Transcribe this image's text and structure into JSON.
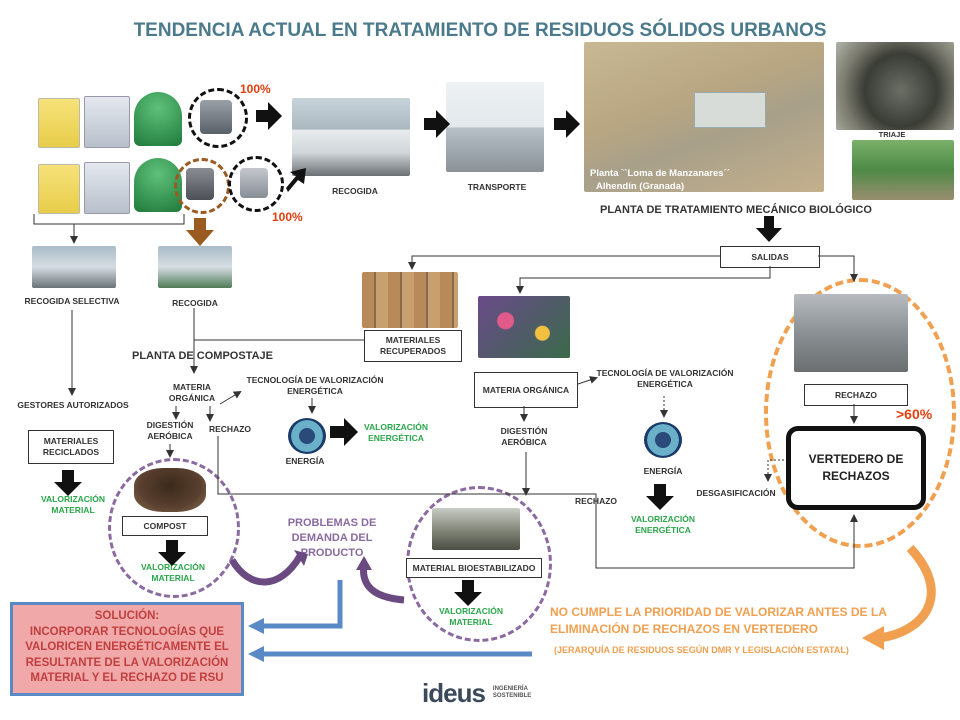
{
  "title": "TENDENCIA ACTUAL EN TRATAMIENTO DE RESIDUOS SÓLIDOS URBANOS",
  "pct_top": "100%",
  "pct_bottom": "100%",
  "recogida": "RECOGIDA",
  "transporte": "TRANSPORTE",
  "planta_caption_1": "Planta ``Loma de Manzanares´´",
  "planta_caption_2": "Alhendín (Granada)",
  "triaje": "TRIAJE",
  "planta_tmb": "PLANTA DE TRATAMIENTO MECÁNICO BIOLÓGICO",
  "salidas": "SALIDAS",
  "recogida_selectiva": "RECOGIDA SELECTIVA",
  "recogida_2": "RECOGIDA",
  "materiales_recuperados": "MATERIALES RECUPERADOS",
  "planta_compostaje": "PLANTA DE COMPOSTAJE",
  "materia_organica_left": "MATERIA ORGÁNICA",
  "tecnologia_left": "TECNOLOGÍA DE VALORIZACIÓN ENERGÉTICA",
  "gestores": "GESTORES AUTORIZADOS",
  "digestion_left": "DIGESTIÓN AERÓBICA",
  "rechazo_left": "RECHAZO",
  "valorizacion_energetica_left": "VALORIZACIÓN ENERGÉTICA",
  "energia_left": "ENERGÍA",
  "materiales_reciclados": "MATERIALES RECICLADOS",
  "valorizacion_material_1": "VALORIZACIÓN MATERIAL",
  "compost": "COMPOST",
  "valorizacion_material_2": "VALORIZACIÓN MATERIAL",
  "problemas": "PROBLEMAS DE DEMANDA DEL PRODUCTO",
  "materia_organica_right": "MATERIA ORGÁNICA",
  "tecnologia_right": "TECNOLOGÍA DE VALORIZACIÓN ENERGÉTICA",
  "digestion_right": "DIGESTIÓN AERÓBICA",
  "energia_right": "ENERGÍA",
  "valorizacion_energetica_right": "VALORIZACIÓN ENERGÉTICA",
  "rechazo_mid": "RECHAZO",
  "material_bioestabilizado": "MATERIAL BIOESTABILIZADO",
  "valorizacion_material_3": "VALORIZACIÓN MATERIAL",
  "rechazo_right": "RECHAZO",
  "pct_60": ">60%",
  "vertedero": "VERTEDERO DE RECHAZOS",
  "desgasificacion": "DESGASIFICACIÓN",
  "solucion_title": "SOLUCIÓN:",
  "solucion_text": "INCORPORAR TECNOLOGÍAS QUE VALORICEN ENERGÉTICAMENTE EL RESULTANTE DE LA VALORIZACIÓN MATERIAL Y EL RECHAZO DE RSU",
  "no_cumple": "NO CUMPLE LA PRIORIDAD DE VALORIZAR ANTES DE LA ELIMINACIÓN DE RECHAZOS EN VERTEDERO",
  "jerarquia": "(JERARQUÍA DE RESIDUOS SEGÚN DMR Y LEGISLACIÓN ESTATAL)",
  "logo_text": "ideus",
  "logo_sub": "INGENIERÍA SOSTENIBLE",
  "colors": {
    "title": "#4a7a8c",
    "green": "#2aa64a",
    "orange": "#f0a050",
    "red": "#e04010",
    "purple": "#8a6aa0",
    "blue": "#5a8ac6",
    "solution_bg": "#f0a8a8"
  }
}
